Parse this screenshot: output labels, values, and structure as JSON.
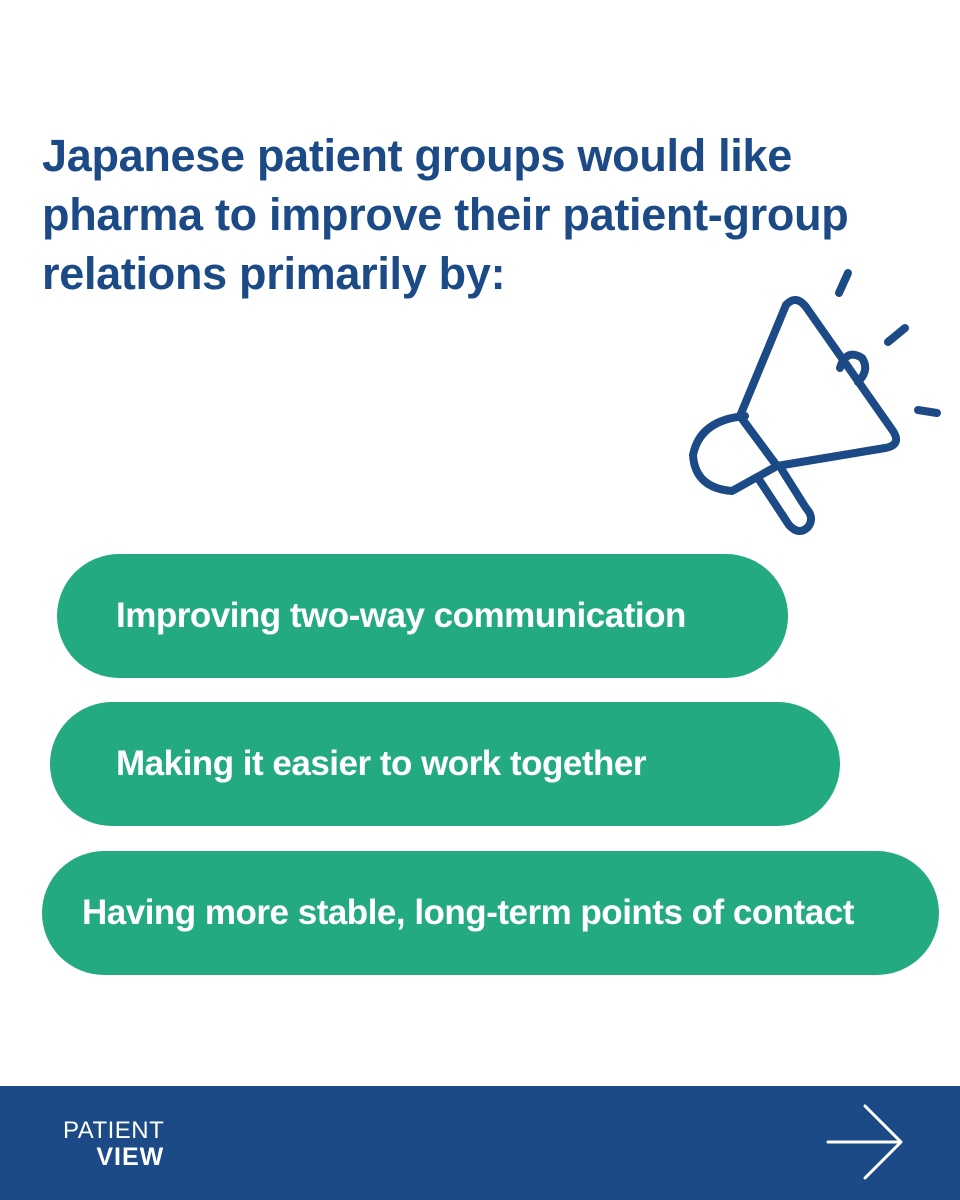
{
  "headline": "Japanese patient groups would like pharma to improve their patient-group relations primarily by:",
  "items": [
    "Improving two-way communication",
    "Making it easier to work together",
    "Having more stable, long-term points of contact"
  ],
  "footer": {
    "logo_line1": "PATIENT",
    "logo_line2": "VIEW",
    "next_icon": "arrow-right-icon"
  },
  "colors": {
    "headline": "#1b4a86",
    "pill_background": "#24aa80",
    "footer_background": "#1b4a86",
    "icon_stroke": "#1b4a86"
  },
  "decorative_icon": "megaphone-icon"
}
